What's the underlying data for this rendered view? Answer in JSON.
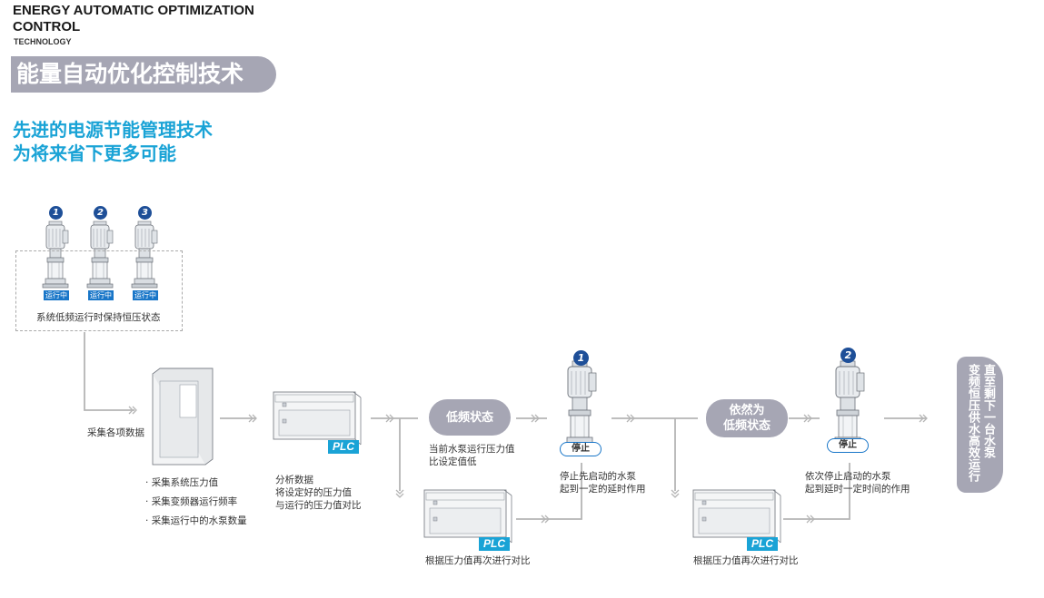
{
  "header": {
    "en_title": "ENERGY AUTOMATIC OPTIMIZATION CONTROL",
    "en_subtitle": "TECHNOLOGY",
    "cn_title": "能量自动优化控制技术",
    "slogan_line1": "先进的电源节能管理技术",
    "slogan_line2": "为将来省下更多可能"
  },
  "pumps_group": {
    "pumps": [
      {
        "number": "1",
        "status": "运行中"
      },
      {
        "number": "2",
        "status": "运行中"
      },
      {
        "number": "3",
        "status": "运行中"
      }
    ],
    "caption": "系统低频运行时保持恒压状态"
  },
  "collect": {
    "label": "采集各项数据",
    "bullets": [
      "采集系统压力值",
      "采集变频器运行频率",
      "采集运行中的水泵数量"
    ]
  },
  "analyze": {
    "plc_label": "PLC",
    "lines": [
      "分析数据",
      "将设定好的压力值",
      "与运行的压力值对比"
    ]
  },
  "state1": {
    "pill": "低频状态",
    "lines": [
      "当前水泵运行压力值",
      "比设定值低"
    ],
    "plc_label": "PLC",
    "compare": "根据压力值再次进行对比"
  },
  "stop1": {
    "number": "1",
    "badge": "停止",
    "lines": [
      "停止先启动的水泵",
      "起到一定的延时作用"
    ]
  },
  "state2": {
    "pill_line1": "依然为",
    "pill_line2": "低频状态",
    "plc_label": "PLC",
    "compare": "根据压力值再次进行对比"
  },
  "stop2": {
    "number": "2",
    "badge": "停止",
    "lines": [
      "依次停止启动的水泵",
      "起到延时一定时间的作用"
    ]
  },
  "final": {
    "col1": "直至剩下一台水泵",
    "col2": "变频恒压供水高效运行"
  },
  "colors": {
    "accent_blue": "#1aa3d6",
    "badge_blue": "#1976c8",
    "pill_gray": "#a6a6b4",
    "line_gray": "#b5b5b5"
  }
}
